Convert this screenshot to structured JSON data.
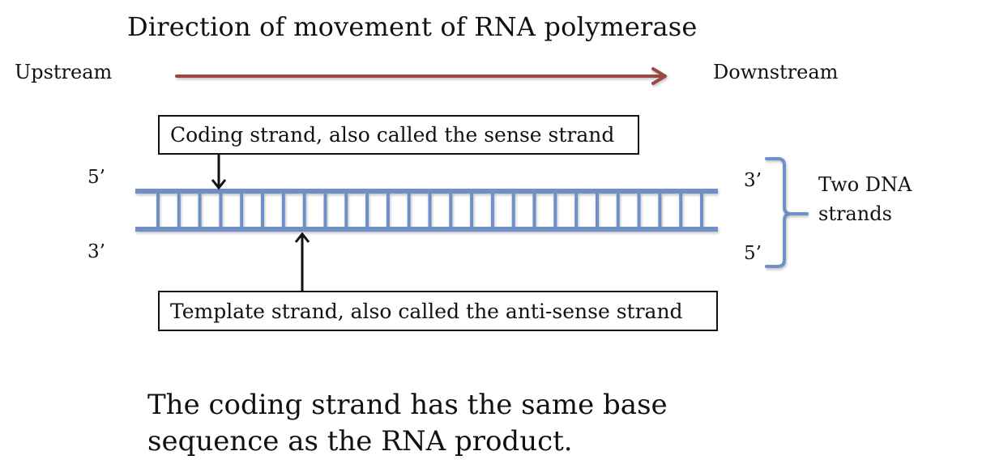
{
  "title": "Direction of movement of RNA polymerase",
  "direction": {
    "upstream_label": "Upstream",
    "downstream_label": "Downstream",
    "arrow_color": "#9b4a47"
  },
  "strands": {
    "color": "#6f8fc9",
    "rung_count": 27,
    "top_strand": {
      "left_end": "5’",
      "right_end": "3’"
    },
    "bottom_strand": {
      "left_end": "3’",
      "right_end": "5’"
    },
    "brace_label": "Two DNA strands",
    "brace_label_lines": [
      "Two DNA",
      "strands"
    ]
  },
  "callouts": {
    "coding": "Coding strand, also called the sense strand",
    "template": "Template strand, also called the anti-sense strand"
  },
  "footnote": {
    "lines": [
      "The coding strand has the same base",
      "sequence as the RNA product."
    ]
  }
}
